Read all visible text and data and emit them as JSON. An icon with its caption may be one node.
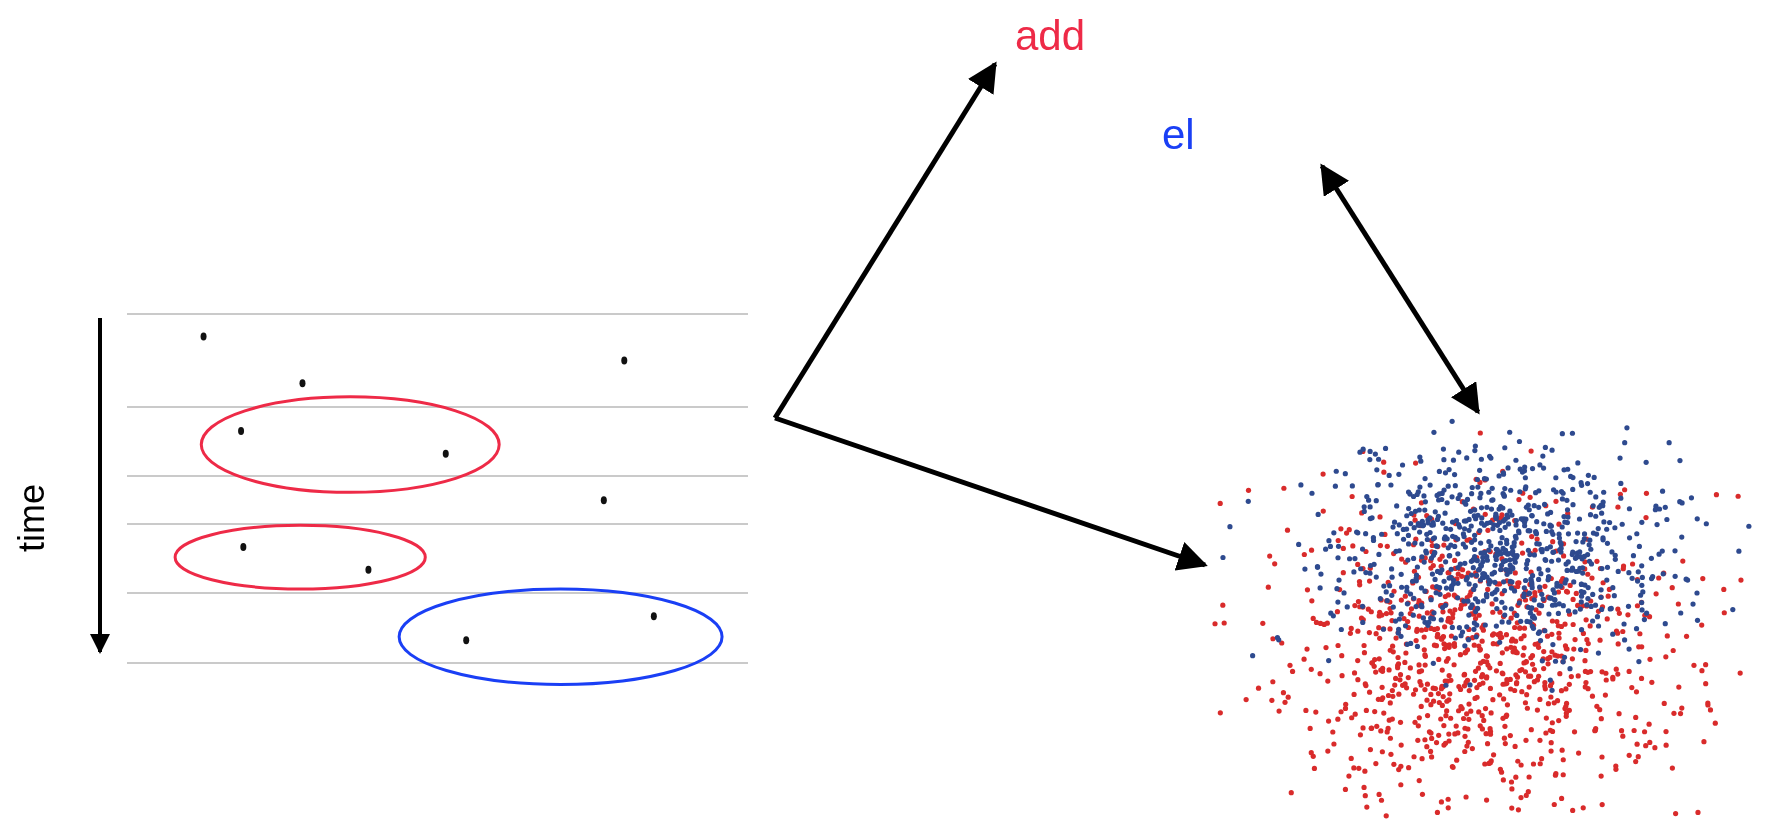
{
  "diagram": {
    "nodes": [
      {
        "text": [],
        "shape": "picture"
      },
      {
        "text": [
          "add"
        ]
      },
      {
        "text": [
          "el"
        ]
      },
      {
        "text": [],
        "shape": "picture"
      }
    ],
    "edges": [
      {
        "from": 0,
        "to": 1,
        "arrow": "to"
      },
      {
        "from": 0,
        "to": 3,
        "arrow": "to"
      },
      {
        "from": 2,
        "to": 3,
        "arrow": "both"
      }
    ],
    "labels": [
      "time"
    ]
  }
}
